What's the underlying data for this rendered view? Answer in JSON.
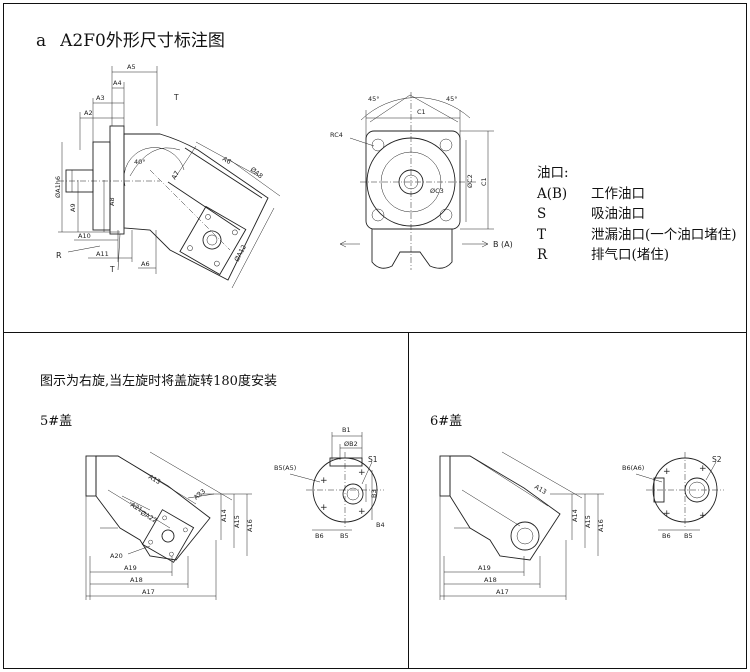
{
  "title": {
    "letter": "a",
    "text": "A2F0外形尺寸标注图"
  },
  "legend": {
    "heading": "油口:",
    "items": [
      {
        "key": "A(B)",
        "desc": "工作油口"
      },
      {
        "key": "S",
        "desc": "吸油油口"
      },
      {
        "key": "T",
        "desc": "泄漏油口(一个油口堵住)"
      },
      {
        "key": "R",
        "desc": "排气口(堵住)"
      }
    ]
  },
  "note": "图示为右旋,当左旋时将盖旋转180度安装",
  "cover5_label": "5#盖",
  "cover6_label": "6#盖",
  "side_view_labels": {
    "a5": "A5",
    "a4": "A4",
    "a3": "A3",
    "a2": "A2",
    "t": "T",
    "angle": "40°",
    "a6d": "A6",
    "a8d": "ØA8",
    "a7": "A7",
    "a1": "ØA1h6",
    "a9": "A9",
    "a8": "A8",
    "a10": "A10",
    "a11": "A11",
    "r": "R",
    "t2": "T",
    "a6": "A6",
    "a12": "ØA12"
  },
  "front_view_labels": {
    "ang1": "45°",
    "ang2": "45°",
    "c1": "C1",
    "rc4": "RC4",
    "c2": "ØC2",
    "c3": "ØC3",
    "c1v": "C1",
    "b": "B (A)"
  },
  "cover5_labels": {
    "a13": "A13",
    "a21": "A21",
    "a22": "ØA22",
    "a23": "A23",
    "a20": "A20",
    "a14": "A14",
    "a15": "A15",
    "a16": "A16",
    "a19": "A19",
    "a18": "A18",
    "a17": "A17",
    "b1": "B1",
    "b2": "ØB2",
    "b5a5": "B5(A5)",
    "s1": "S1",
    "b3": "B3",
    "b4": "B4",
    "b6": "B6",
    "b5": "B5"
  },
  "cover6_labels": {
    "a13": "A13",
    "a14": "A14",
    "a15": "A15",
    "a16": "A16",
    "a19": "A19",
    "a18": "A18",
    "a17": "A17",
    "b6a6": "B6(A6)",
    "s2": "S2",
    "b6": "B6",
    "b5": "B5"
  }
}
